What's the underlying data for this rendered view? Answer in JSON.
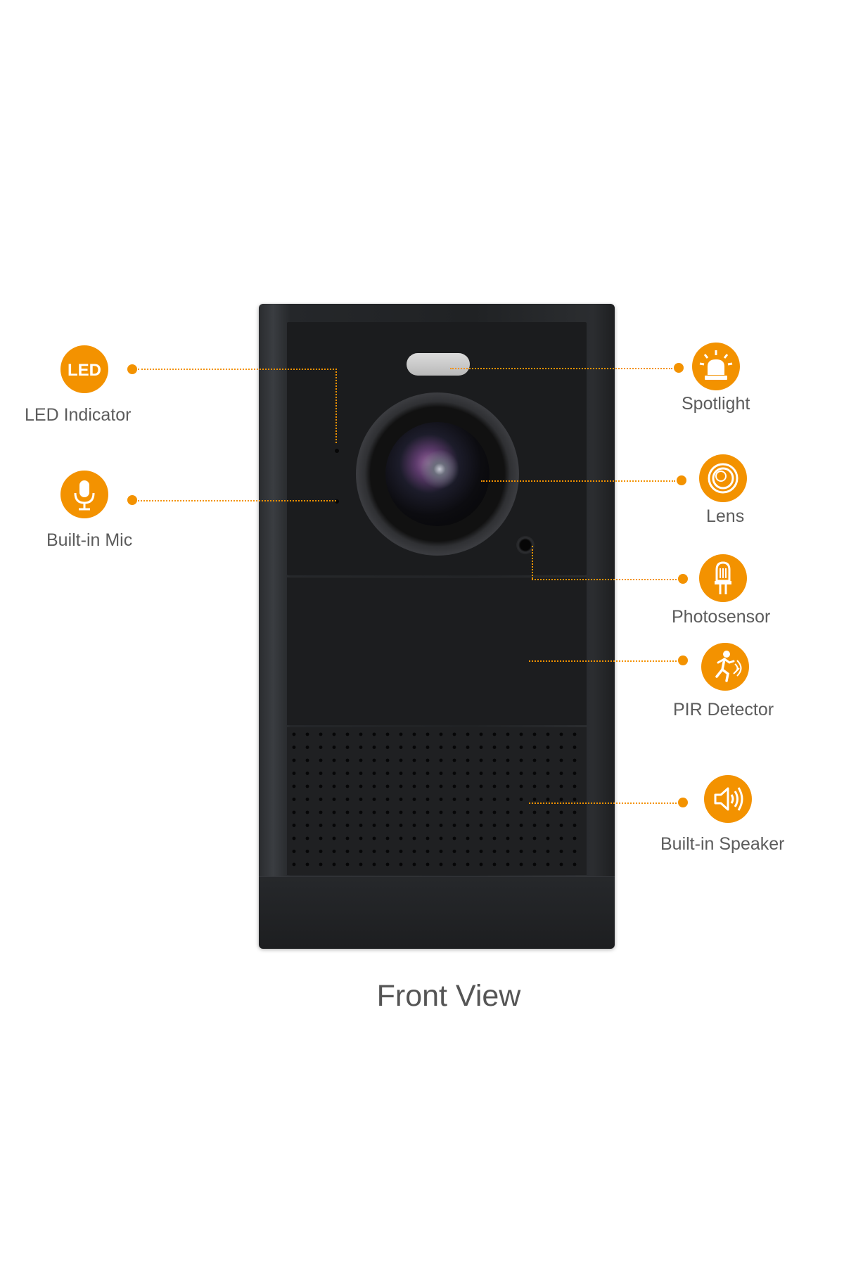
{
  "caption": "Front View",
  "colors": {
    "accent": "#f39200",
    "device_body": "#202224",
    "label_text": "#5c5c5c"
  },
  "callouts": {
    "led_indicator": {
      "label": "LED Indicator",
      "icon": "led-badge-icon",
      "icon_text": "LED"
    },
    "built_in_mic": {
      "label": "Built-in Mic",
      "icon": "microphone-icon"
    },
    "spotlight": {
      "label": "Spotlight",
      "icon": "siren-light-icon"
    },
    "lens": {
      "label": "Lens",
      "icon": "lens-rings-icon"
    },
    "photosensor": {
      "label": "Photosensor",
      "icon": "photosensor-icon"
    },
    "pir_detector": {
      "label": "PIR Detector",
      "icon": "running-person-motion-icon"
    },
    "built_in_speaker": {
      "label": "Built-in Speaker",
      "icon": "speaker-volume-icon"
    }
  }
}
